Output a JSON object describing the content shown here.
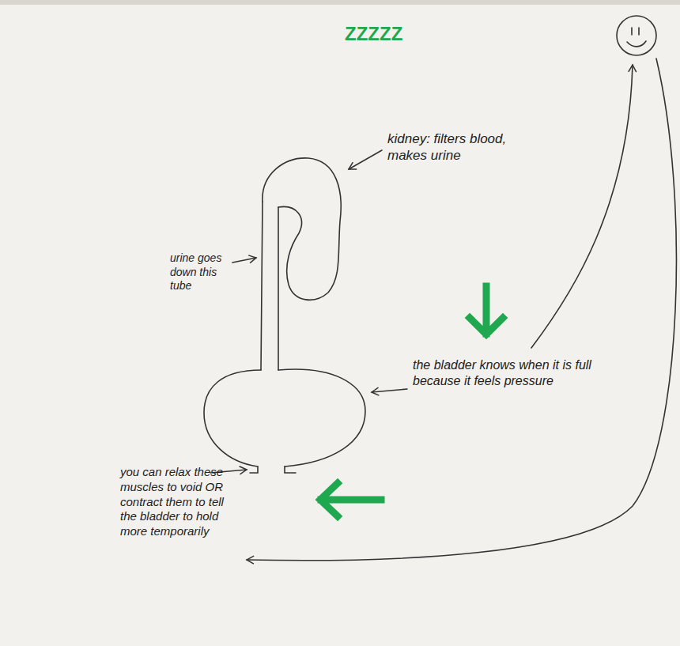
{
  "diagram": {
    "labels": [
      "ZZZZZ",
      "kidney: filters blood, makes urine",
      "urine goes down this tube",
      "the bladder knows when it is full because it feels pressure",
      "you can relax these muscles to void OR contract them to tell the bladder to hold more temporarily"
    ]
  }
}
